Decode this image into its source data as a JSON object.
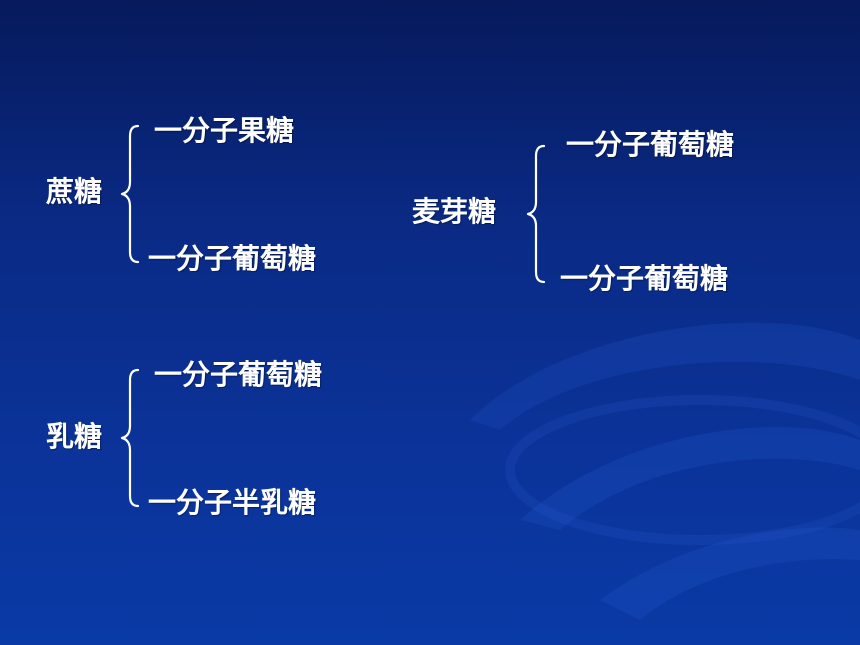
{
  "groups": {
    "sucrose": {
      "name": "蔗糖",
      "parts": [
        "一分子果糖",
        "一分子葡萄糖"
      ]
    },
    "maltose": {
      "name": "麦芽糖",
      "parts": [
        "一分子葡萄糖",
        "一分子葡萄糖"
      ]
    },
    "lactose": {
      "name": "乳糖",
      "parts": [
        "一分子葡萄糖",
        "一分子半乳糖"
      ]
    }
  },
  "colors": {
    "background_top": "#061a5c",
    "background_bottom": "#0a3aa6",
    "text": "#ffffff"
  }
}
